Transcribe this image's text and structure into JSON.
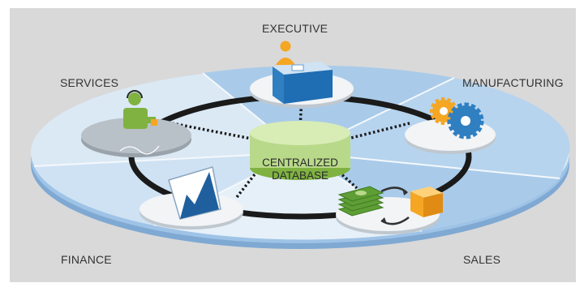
{
  "diagram": {
    "center": {
      "line1": "CENTRALIZED",
      "line2": "DATABASE"
    },
    "nodes": {
      "executive": "EXECUTIVE",
      "services": "SERVICES",
      "manufacturing": "MANUFACTURING",
      "finance": "FINANCE",
      "sales": "SALES"
    },
    "colors": {
      "panel_bg": "#d9d9da",
      "disk_light": "#dbe9f5",
      "disk_blue": "#a9cbe9",
      "disk_edge": "#6f9fce",
      "ring": "#1a1a1a",
      "database": "#b9d98a",
      "icon_orange": "#f5a623",
      "icon_blue": "#2f7fc1",
      "icon_green": "#7fb241"
    },
    "icons": [
      "person-at-desk-icon",
      "headset-agent-icon",
      "gears-icon",
      "rising-chart-icon",
      "cash-and-box-exchange-icon",
      "database-cylinder-icon"
    ]
  }
}
